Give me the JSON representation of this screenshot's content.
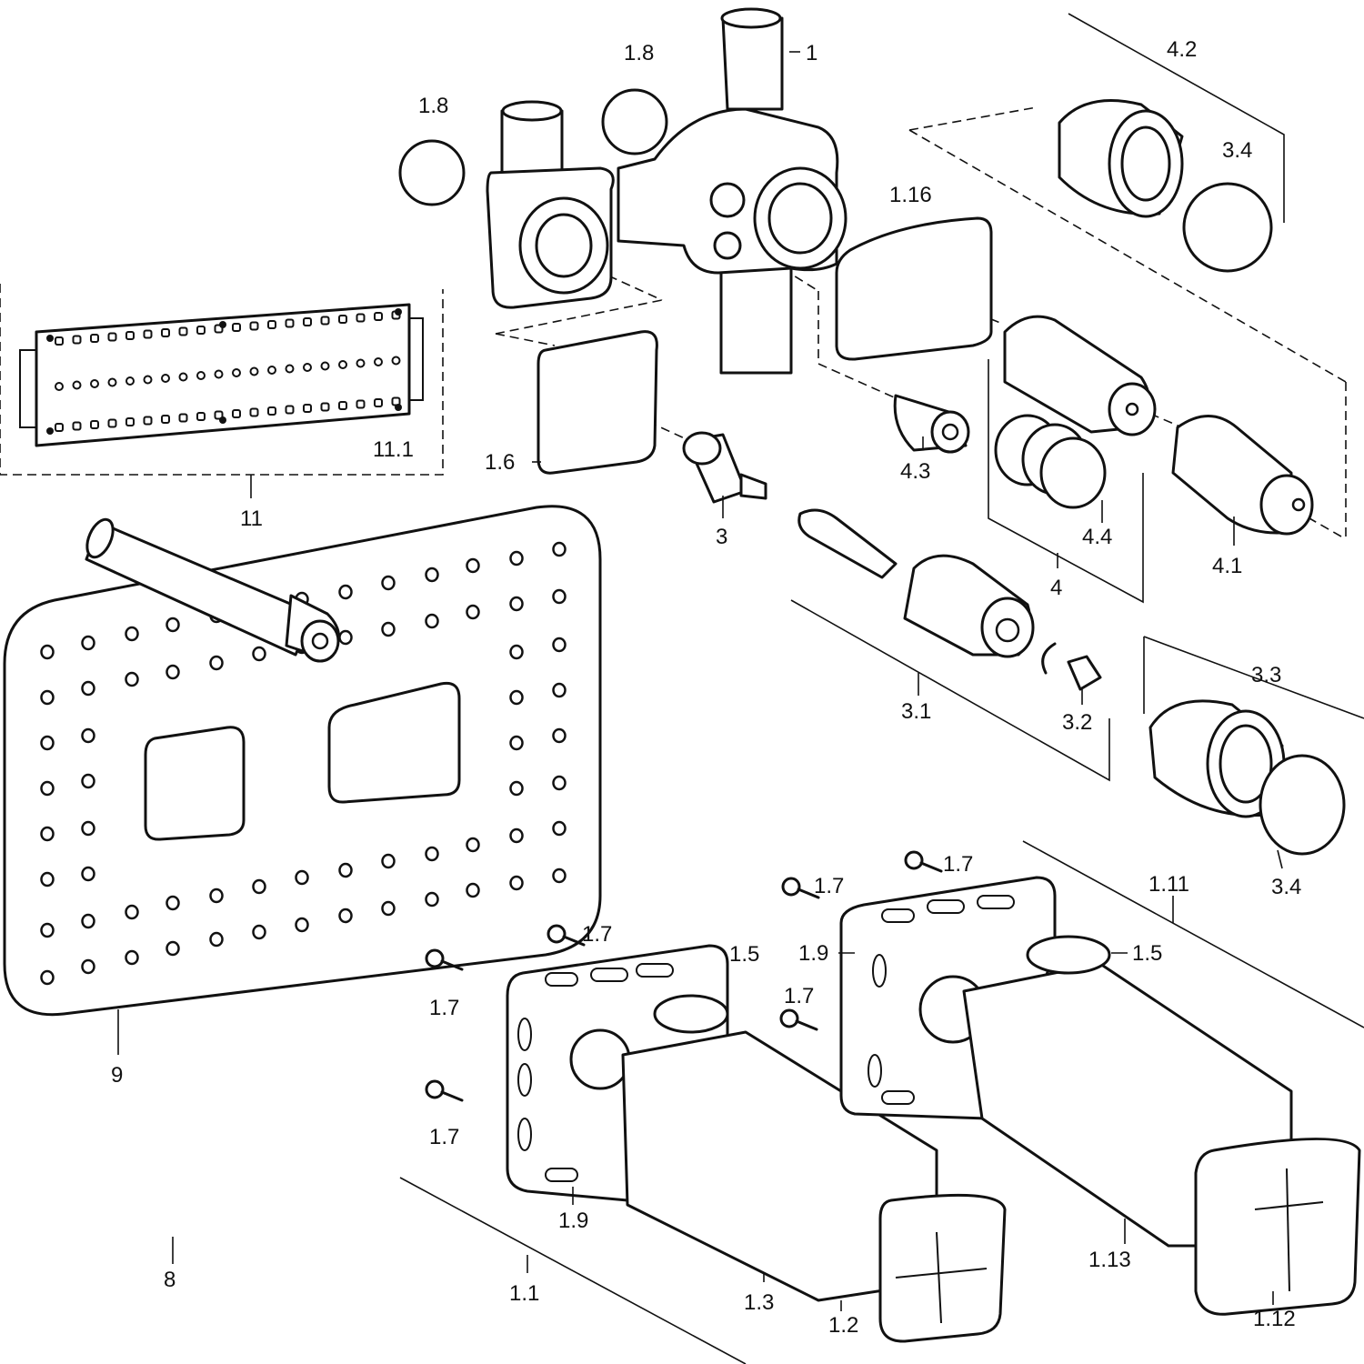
{
  "labels": {
    "l1": "1",
    "l1_1": "1.1",
    "l1_2": "1.2",
    "l1_3": "1.3",
    "l1_5a": "1.5",
    "l1_5b": "1.5",
    "l1_6": "1.6",
    "l1_7a": "1.7",
    "l1_7b": "1.7",
    "l1_7c": "1.7",
    "l1_7d": "1.7",
    "l1_7e": "1.7",
    "l1_7f": "1.7",
    "l1_8a": "1.8",
    "l1_8b": "1.8",
    "l1_9a": "1.9",
    "l1_9b": "1.9",
    "l1_11": "1.11",
    "l1_12": "1.12",
    "l1_13": "1.13",
    "l1_16": "1.16",
    "l3": "3",
    "l3_1": "3.1",
    "l3_2": "3.2",
    "l3_3": "3.3",
    "l3_4a": "3.4",
    "l3_4b": "3.4",
    "l4": "4",
    "l4_1": "4.1",
    "l4_2": "4.2",
    "l4_3": "4.3",
    "l4_4": "4.4",
    "l8": "8",
    "l9": "9",
    "l11": "11",
    "l11_1": "11.1"
  },
  "colors": {
    "ink": "#111111",
    "paper": "#ffffff"
  }
}
